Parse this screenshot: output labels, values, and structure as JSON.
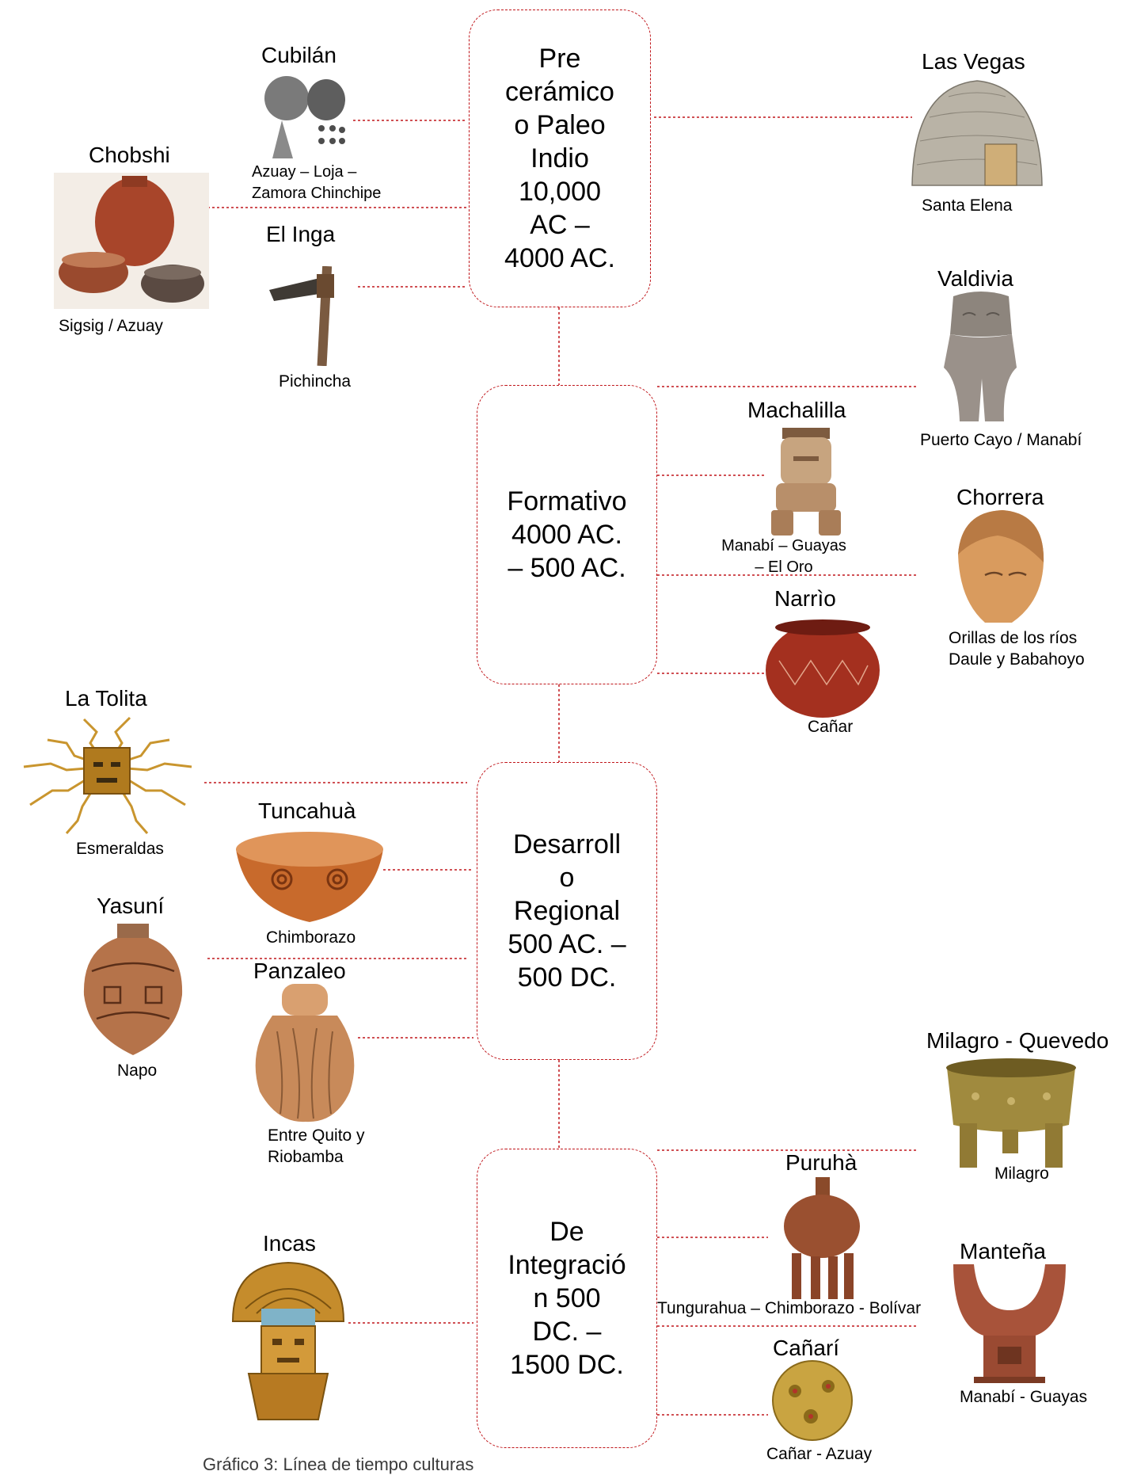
{
  "periods": [
    {
      "text": "Pre\ncerámico\no Paleo\nIndio\n10,000\nAC –\n4000 AC."
    },
    {
      "text": "Formativo\n4000 AC.\n– 500 AC."
    },
    {
      "text": "Desarroll\no\nRegional\n500 AC. –\n500 DC."
    },
    {
      "text": "De\nIntegració\nn 500\nDC. –\n1500 DC."
    }
  ],
  "cultures": {
    "cubilan": {
      "name": "Cubilán",
      "place": "Azuay – Loja –\nZamora Chinchipe"
    },
    "chobshi": {
      "name": "Chobshi",
      "place": "Sigsig / Azuay"
    },
    "el_inga": {
      "name": "El Inga",
      "place": "Pichincha"
    },
    "las_vegas": {
      "name": "Las Vegas",
      "place": "Santa Elena"
    },
    "valdivia": {
      "name": "Valdivia",
      "place": "Puerto Cayo / Manabí"
    },
    "machalilla": {
      "name": "Machalilla",
      "place": "Manabí – Guayas\n– El Oro"
    },
    "chorrera": {
      "name": "Chorrera",
      "place": "Orillas de los ríos\nDaule y Babahoyo"
    },
    "narrio": {
      "name": "Narrìo",
      "place": "Cañar"
    },
    "la_tolita": {
      "name": "La Tolita",
      "place": "Esmeraldas"
    },
    "tuncahuan": {
      "name": "Tuncahuà\nn",
      "place": "Chimborazo"
    },
    "yasuni": {
      "name": "Yasuní",
      "place": "Napo"
    },
    "panzaleo": {
      "name": "Panzaleo",
      "place": "Entre Quito y\nRiobamba"
    },
    "milagro_quevedo": {
      "name": "Milagro - Quevedo",
      "place": "Milagro"
    },
    "puruha": {
      "name": "Puruhà",
      "place": "Tungurahua – Chimborazo - Bolívar"
    },
    "incas": {
      "name": "Incas",
      "place": ""
    },
    "mantena": {
      "name": "Manteña",
      "place": "Manabí - Guayas"
    },
    "canari": {
      "name": "Cañarí",
      "place": "Cañar - Azuay"
    }
  },
  "caption": "Gráfico 3: Línea de tiempo culturas",
  "colors": {
    "accent": "#c0161b",
    "terracotta": "#a8452a",
    "gold": "#c9952e",
    "clay": "#8a6a55"
  }
}
